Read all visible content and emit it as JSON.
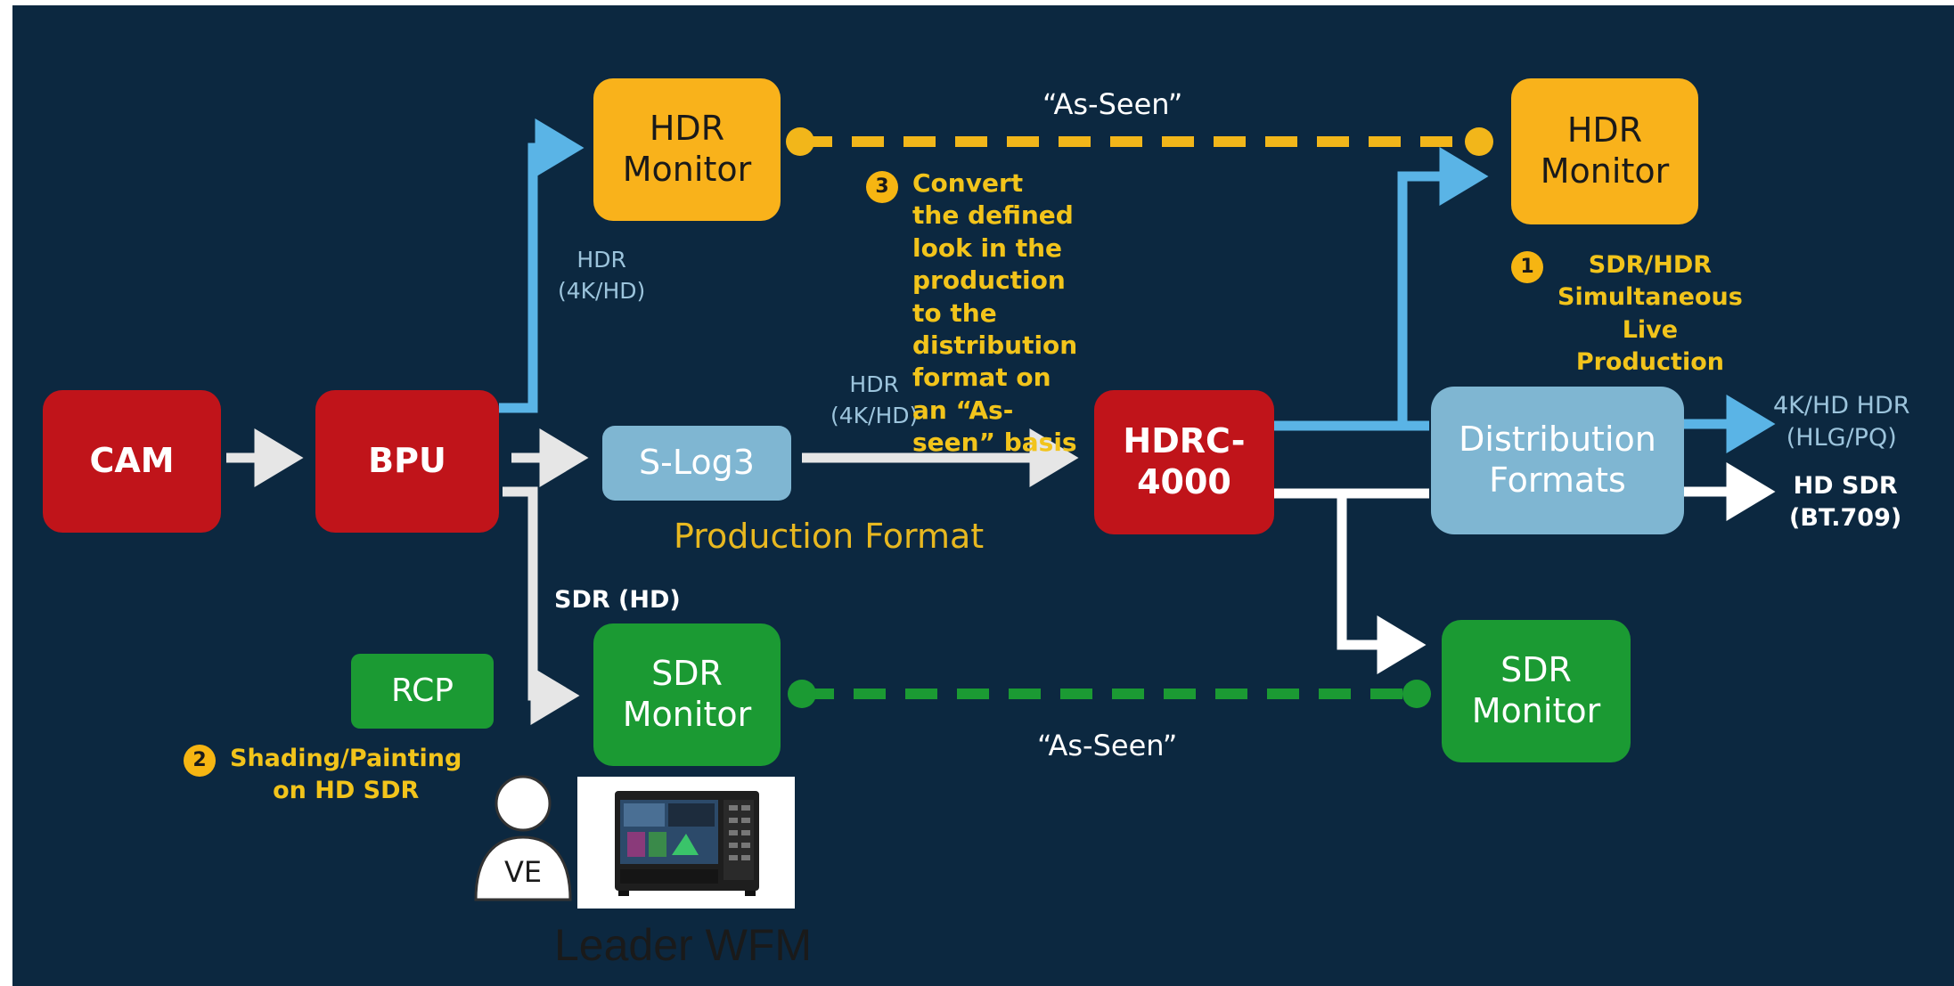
{
  "nodes": {
    "cam": "CAM",
    "bpu": "BPU",
    "slog3": "S-Log3",
    "hdrc": "HDRC-\n4000",
    "distribution": "Distribution\nFormats",
    "hdr_monitor_left": "HDR\nMonitor",
    "hdr_monitor_right": "HDR\nMonitor",
    "sdr_monitor_left": "SDR\nMonitor",
    "sdr_monitor_right": "SDR\nMonitor",
    "rcp": "RCP",
    "ve": "VE"
  },
  "labels": {
    "as_seen_top": "“As-Seen”",
    "as_seen_bottom": "“As-Seen”",
    "hdr_4k_hd_left": "HDR\n(4K/HD)",
    "hdr_4k_hd_middle": "HDR\n(4K/HD)",
    "production_format": "Production Format",
    "sdr_hd": "SDR (HD)",
    "out_hdr": "4K/HD HDR\n(HLG/PQ)",
    "out_sdr": "HD SDR\n(BT.709)"
  },
  "notes": {
    "note1_num": "1",
    "note1_text": "SDR/HDR Simultaneous\nLive Production",
    "note2_num": "2",
    "note2_text": "Shading/Painting\non HD SDR",
    "note3_num": "3",
    "note3_text": "Convert the defined look in the\nproduction to the distribution\nformat on an “As-seen” basis"
  },
  "caption": "Leader WFM",
  "colors": {
    "background": "#0c2840",
    "red": "#c0141a",
    "orange": "#f9b21b",
    "green": "#1b9a33",
    "light_blue_box": "#7fb6d2",
    "blue_arrow": "#5ab4e6",
    "white_arrow": "#e6e6e6",
    "yellow_text": "#f2c41b"
  }
}
